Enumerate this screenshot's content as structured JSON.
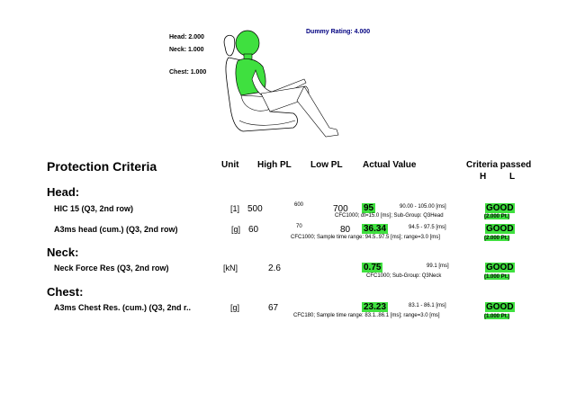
{
  "ratings": {
    "head": "Head: 2.000",
    "neck": "Neck: 1.000",
    "chest": "Chest: 1.000",
    "dummy": "Dummy Rating: 4.000"
  },
  "header": {
    "title": "Protection Criteria",
    "unit": "Unit",
    "high_pl": "High PL",
    "low_pl": "Low PL",
    "actual": "Actual Value",
    "criteria": "Criteria passed",
    "h": "H",
    "l": "L"
  },
  "sections": {
    "head": "Head:",
    "neck": "Neck:",
    "chest": "Chest:"
  },
  "rows": [
    {
      "name": "HIC 15 (Q3, 2nd row)",
      "unit": "[1]",
      "high": "500",
      "low_small": "600",
      "low": "700",
      "actual": "95",
      "range": "90.00 - 105.00 [ms]",
      "note": "CFC1000; dt=15.0 [ms]; Sub-Group: Q3Head",
      "result": "GOOD",
      "points": "(2.000 Pt.)"
    },
    {
      "name": "A3ms head (cum.) (Q3, 2nd row)",
      "unit": "[g]",
      "high": "60",
      "low_small": "70",
      "low": "80",
      "actual": "36.34",
      "range": "94.5 - 97.5 [ms]",
      "note": "CFC1000; Sample time range: 94.5..97.5 [ms]; range=3.0 [ms]",
      "result": "GOOD",
      "points": "(2.000 Pt.)"
    },
    {
      "name": "Neck Force Res (Q3, 2nd row)",
      "unit": "[kN]",
      "high": "2.6",
      "actual": "0.75",
      "range": "99.1 [ms]",
      "note": "CFC1000; Sub-Group: Q3Neck",
      "result": "GOOD",
      "points": "(1.000 Pt.)"
    },
    {
      "name": "A3ms Chest Res. (cum.) (Q3, 2nd r..",
      "unit": "[g]",
      "high": "67",
      "actual": "23.23",
      "range": "83.1 - 86.1 [ms]",
      "note": "CFC180; Sample time range: 83.1..86.1 [ms]; range=3.0 [ms]",
      "result": "GOOD",
      "points": "(1.000 Pt.)"
    }
  ],
  "colors": {
    "pass": "#3fe03f",
    "dummy_rating": "#000080"
  }
}
